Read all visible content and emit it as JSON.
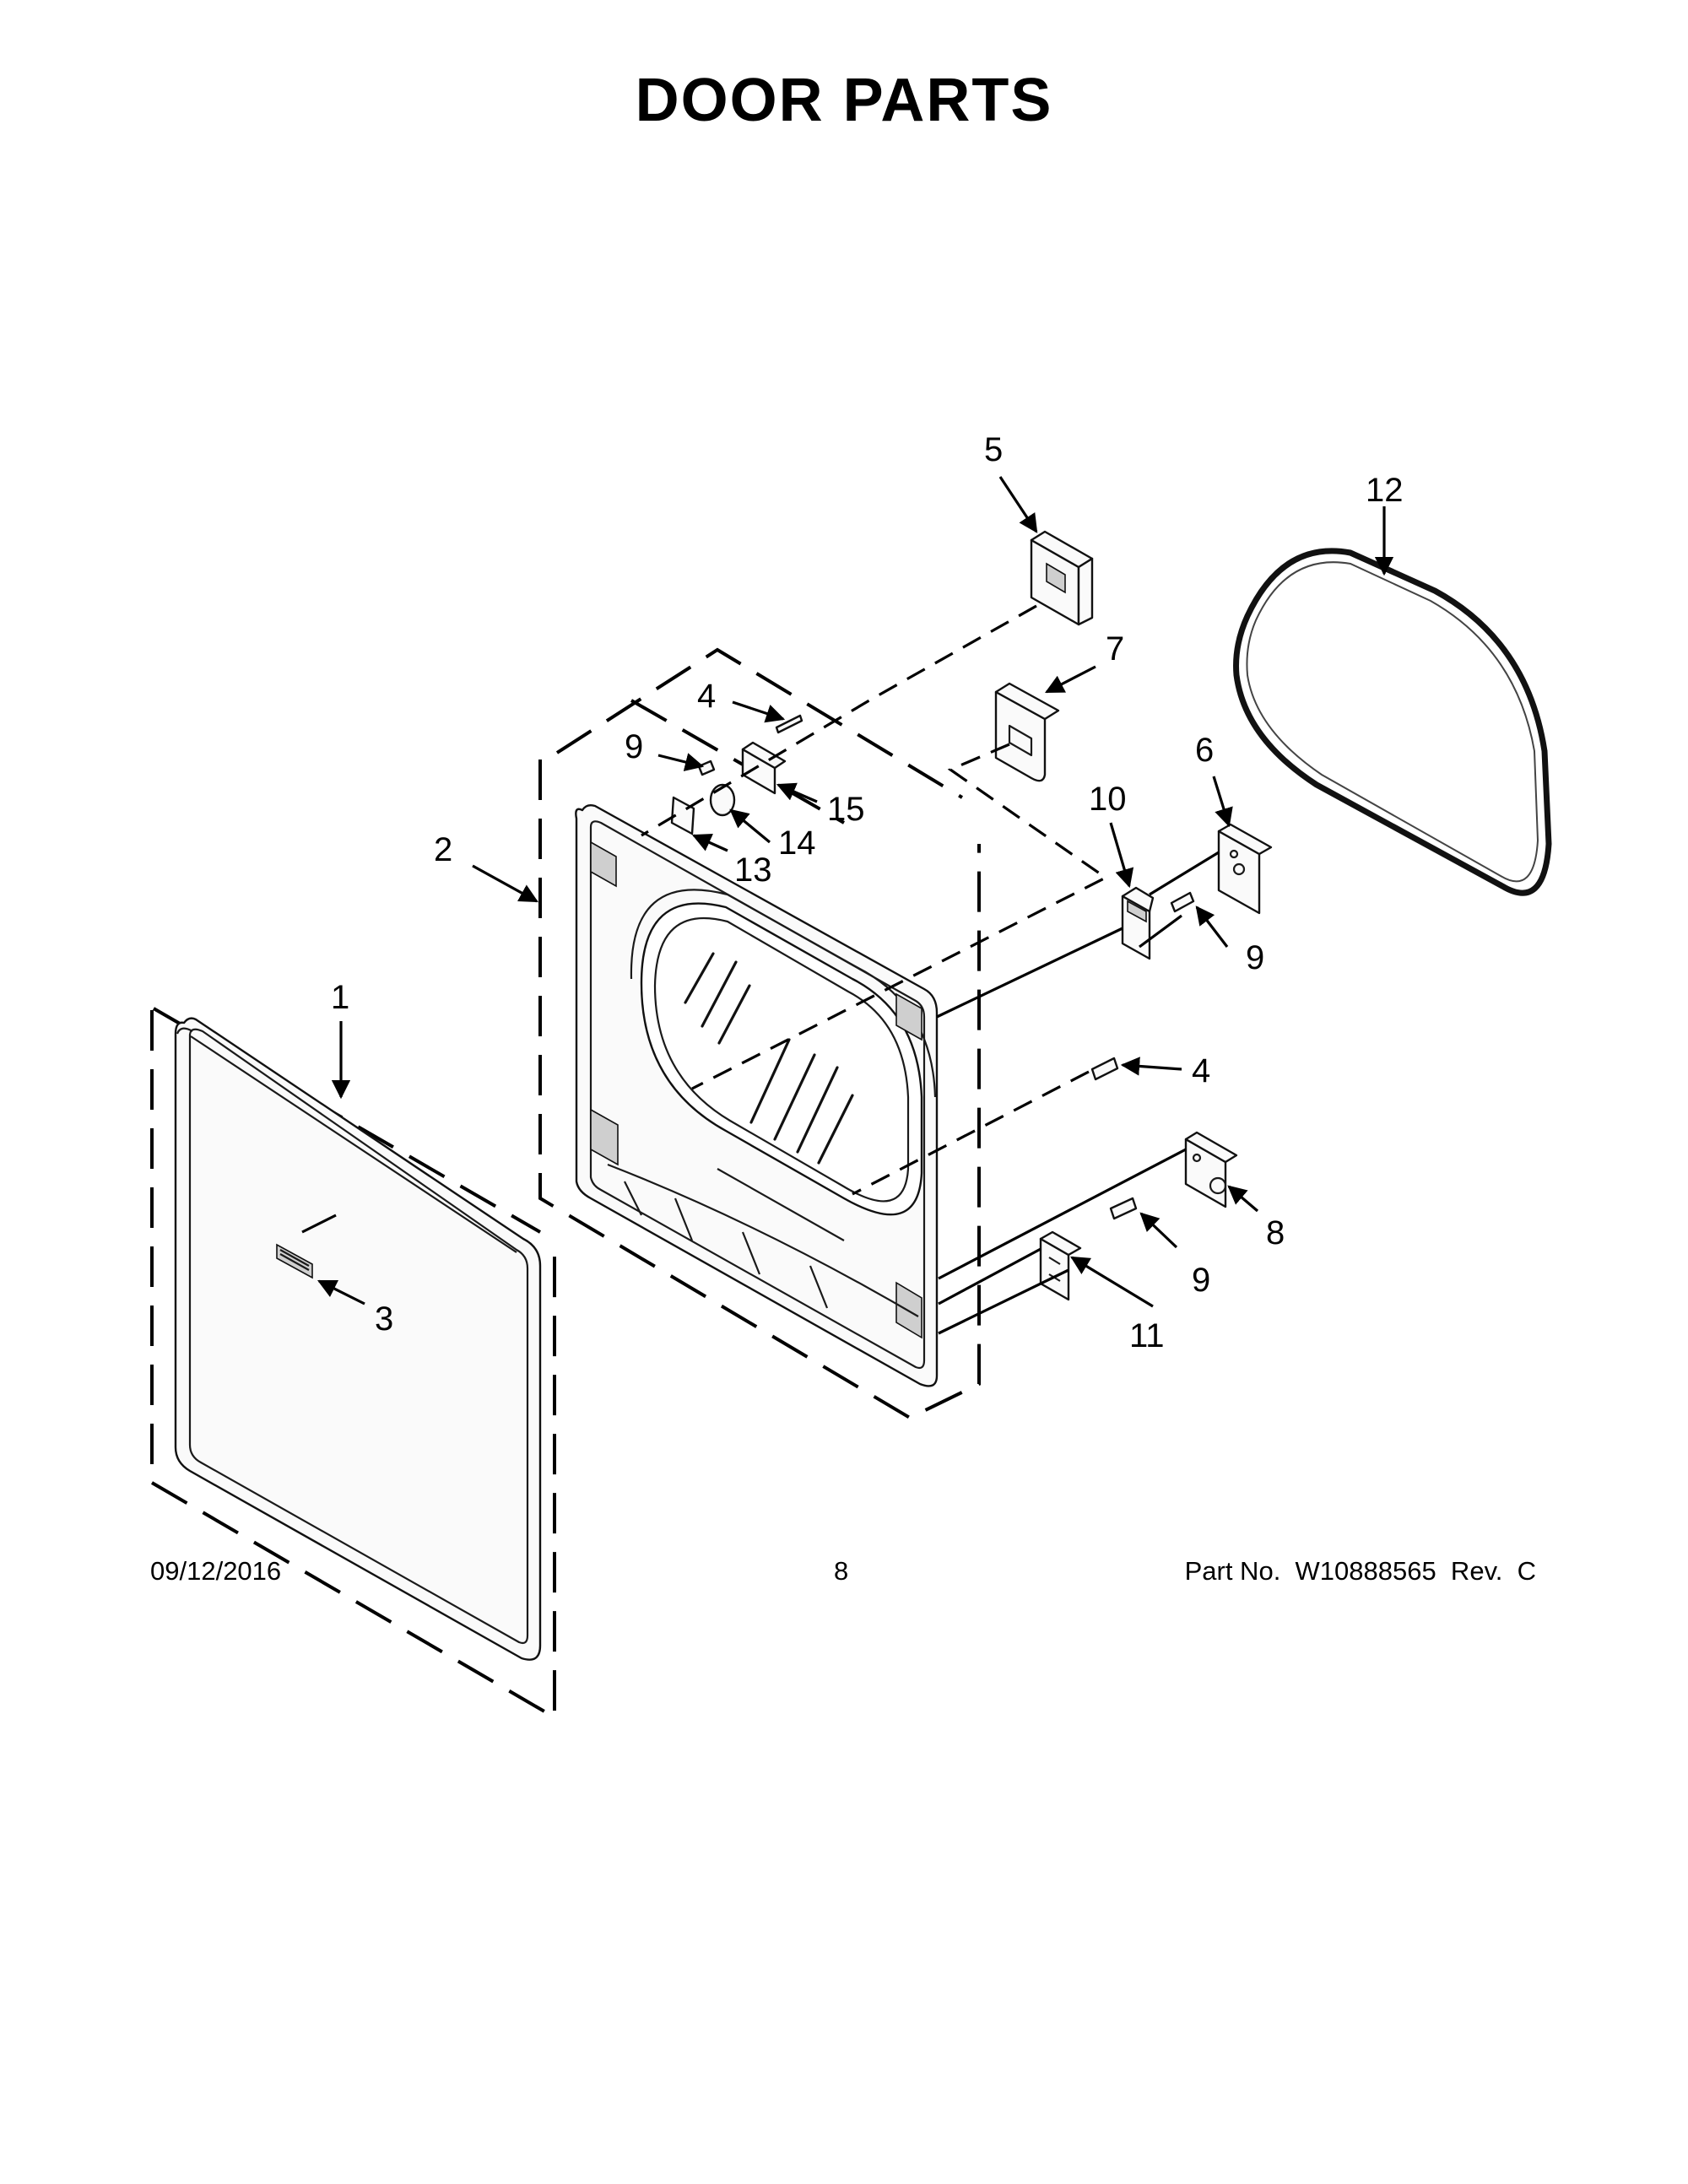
{
  "title": "DOOR PARTS",
  "callouts": [
    {
      "id": "1",
      "label": "1"
    },
    {
      "id": "2",
      "label": "2"
    },
    {
      "id": "3",
      "label": "3"
    },
    {
      "id": "4a",
      "label": "4"
    },
    {
      "id": "4b",
      "label": "4"
    },
    {
      "id": "5",
      "label": "5"
    },
    {
      "id": "6",
      "label": "6"
    },
    {
      "id": "7",
      "label": "7"
    },
    {
      "id": "8",
      "label": "8"
    },
    {
      "id": "9a",
      "label": "9"
    },
    {
      "id": "9b",
      "label": "9"
    },
    {
      "id": "9c",
      "label": "9"
    },
    {
      "id": "10",
      "label": "10"
    },
    {
      "id": "11",
      "label": "11"
    },
    {
      "id": "12",
      "label": "12"
    },
    {
      "id": "13",
      "label": "13"
    },
    {
      "id": "14",
      "label": "14"
    },
    {
      "id": "15",
      "label": "15"
    }
  ],
  "footer": {
    "date": "09/12/2016",
    "page": "8",
    "part_number": "Part No.  W10888565  Rev.  C"
  }
}
